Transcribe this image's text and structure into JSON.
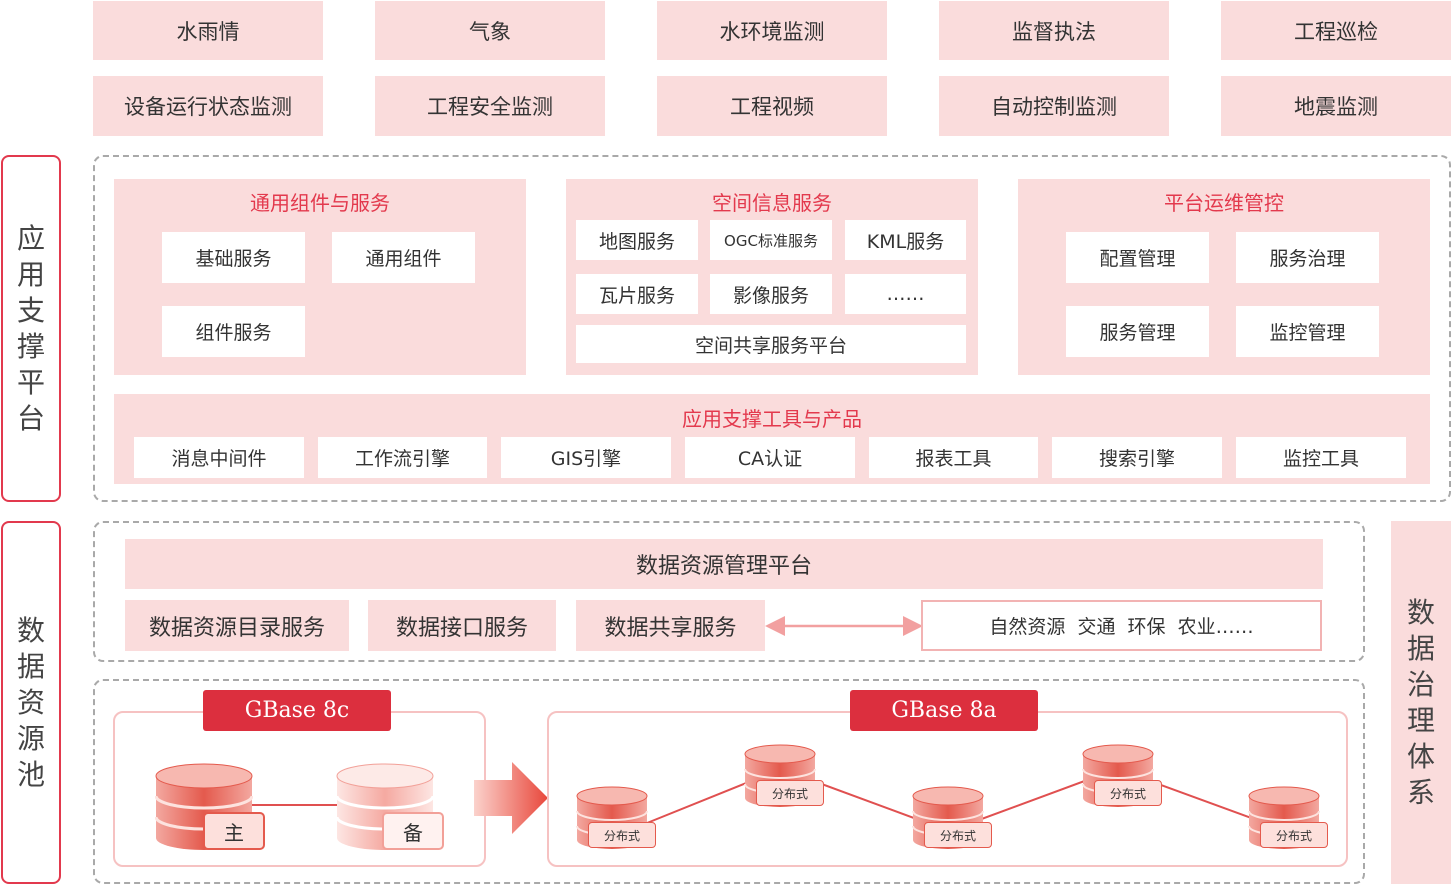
{
  "top_row1": [
    "水雨情",
    "气象",
    "水环境监测",
    "监督执法",
    "工程巡检"
  ],
  "top_row2": [
    "设备运行状态监测",
    "工程安全监测",
    "工程视频",
    "自动控制监测",
    "地震监测"
  ],
  "app_platform": {
    "label": "应用支撑平台",
    "general": {
      "title": "通用组件与服务",
      "items": [
        "基础服务",
        "通用组件",
        "组件服务"
      ]
    },
    "spatial": {
      "title": "空间信息服务",
      "items": [
        "地图服务",
        "OGC标准服务",
        "KML服务",
        "瓦片服务",
        "影像服务",
        "……"
      ],
      "bottom": "空间共享服务平台"
    },
    "ops": {
      "title": "平台运维管控",
      "items": [
        "配置管理",
        "服务治理",
        "服务管理",
        "监控管理"
      ]
    },
    "tools": {
      "title": "应用支撑工具与产品",
      "items": [
        "消息中间件",
        "工作流引擎",
        "GIS引擎",
        "CA认证",
        "报表工具",
        "搜索引擎",
        "监控工具"
      ]
    }
  },
  "data_pool": {
    "label": "数据资源池",
    "mgmt_title": "数据资源管理平台",
    "services": [
      "数据资源目录服务",
      "数据接口服务",
      "数据共享服务"
    ],
    "external": "自然资源  交通  环保  农业……",
    "gbase8c": {
      "title": "GBase 8c",
      "primary": "主",
      "backup": "备"
    },
    "gbase8a": {
      "title": "GBase 8a",
      "node_label": "分布式"
    }
  },
  "governance": {
    "label": "数据治理体系"
  },
  "colors": {
    "accent": "#e3394d",
    "pink_fill": "#fadcdc",
    "gbase_red": "#dc2f3e"
  }
}
